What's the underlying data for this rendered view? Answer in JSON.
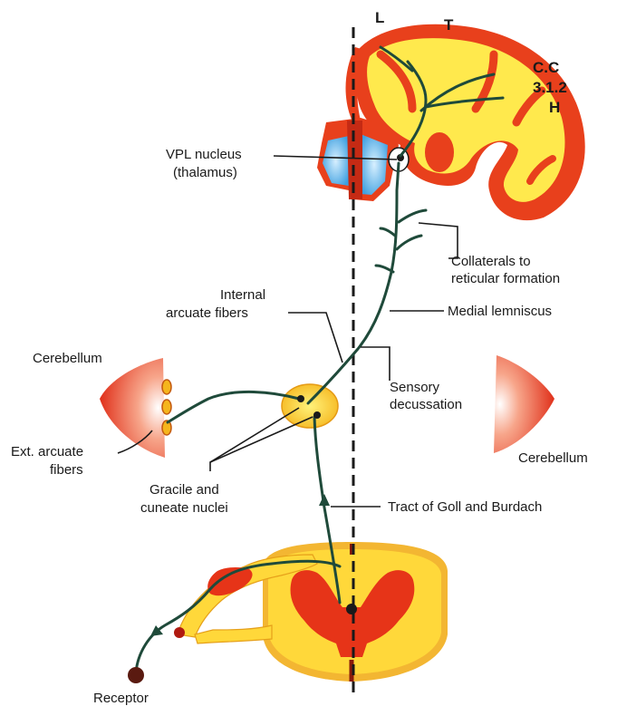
{
  "cortex_labels": {
    "l": "L",
    "t": "T",
    "cc": "C.C",
    "area": "3.1.2",
    "h": "H"
  },
  "labels": {
    "vpl_line1": "VPL nucleus",
    "vpl_line2": "(thalamus)",
    "collaterals_line1": "Collaterals to",
    "collaterals_line2": "reticular formation",
    "internal_line1": "Internal",
    "internal_line2": "arcuate fibers",
    "medial_lemniscus": "Medial lemniscus",
    "cerebellum_left": "Cerebellum",
    "cerebellum_right": "Cerebellum",
    "sensory_line1": "Sensory",
    "sensory_line2": "decussation",
    "ext_line1": "Ext. arcuate",
    "ext_line2": "fibers",
    "gracile_line1": "Gracile and",
    "gracile_line2": "cuneate nuclei",
    "goll_burdach": "Tract of Goll and Burdach",
    "receptor": "Receptor"
  },
  "colors": {
    "cortex_outer": "#e8401c",
    "cortex_inner": "#ffe94d",
    "thalamus_blue": "#3fa9e6",
    "cerebellum_red": "#e53a1e",
    "nucleus_yellow": "#ffd93b",
    "spinal_red": "#e63418",
    "spinal_yellow": "#ffd83a",
    "tract": "#1f4a3a"
  }
}
